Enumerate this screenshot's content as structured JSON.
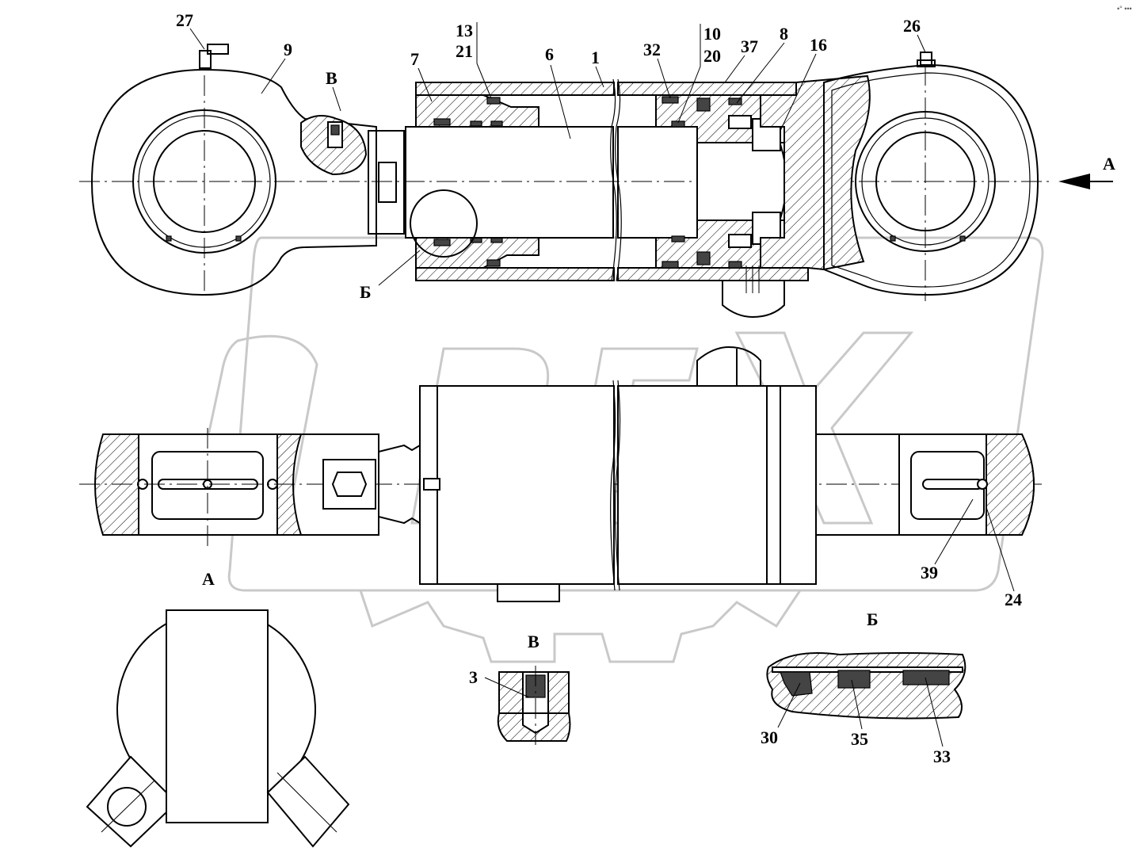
{
  "corner_text": "•° •••",
  "view_labels": {
    "arrow_view": "А",
    "detail_v": "В",
    "detail_b": "Б",
    "view_a_title": "А",
    "detail_v_title": "В",
    "detail_b_title": "Б"
  },
  "parts": {
    "p1": "1",
    "p3": "3",
    "p6": "6",
    "p7": "7",
    "p8": "8",
    "p9": "9",
    "p10": "10",
    "p13": "13",
    "p16": "16",
    "p20": "20",
    "p21": "21",
    "p24": "24",
    "p26": "26",
    "p27": "27",
    "p30": "30",
    "p32": "32",
    "p33": "33",
    "p35": "35",
    "p37": "37",
    "p39": "39"
  }
}
